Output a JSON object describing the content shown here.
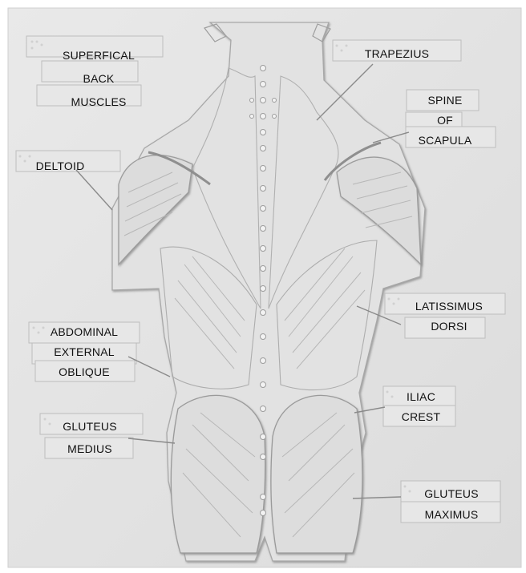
{
  "labels": {
    "superficial_back_muscles": [
      "SUPERFICAL",
      "BACK",
      "MUSCLES"
    ],
    "trapezius": [
      "TRAPEZIUS"
    ],
    "spine_of_scapula": [
      "SPINE",
      "OF",
      "SCAPULA"
    ],
    "deltoid": [
      "DELTOID"
    ],
    "latissimus_dorsi": [
      "LATISSIMUS",
      "DORSI"
    ],
    "abdominal_external_oblique": [
      "ABDOMINAL",
      "EXTERNAL",
      "OBLIQUE"
    ],
    "iliac_crest": [
      "ILIAC",
      "CREST"
    ],
    "gluteus_medius": [
      "GLUTEUS",
      "MEDIUS"
    ],
    "gluteus_maximus": [
      "GLUTEUS",
      "MAXIMUS"
    ]
  },
  "colors": {
    "paper": "#e4e4e4",
    "relief_shadow": "#9a9a9a",
    "relief_highlight": "#f7f7f7",
    "text": "#111111"
  }
}
